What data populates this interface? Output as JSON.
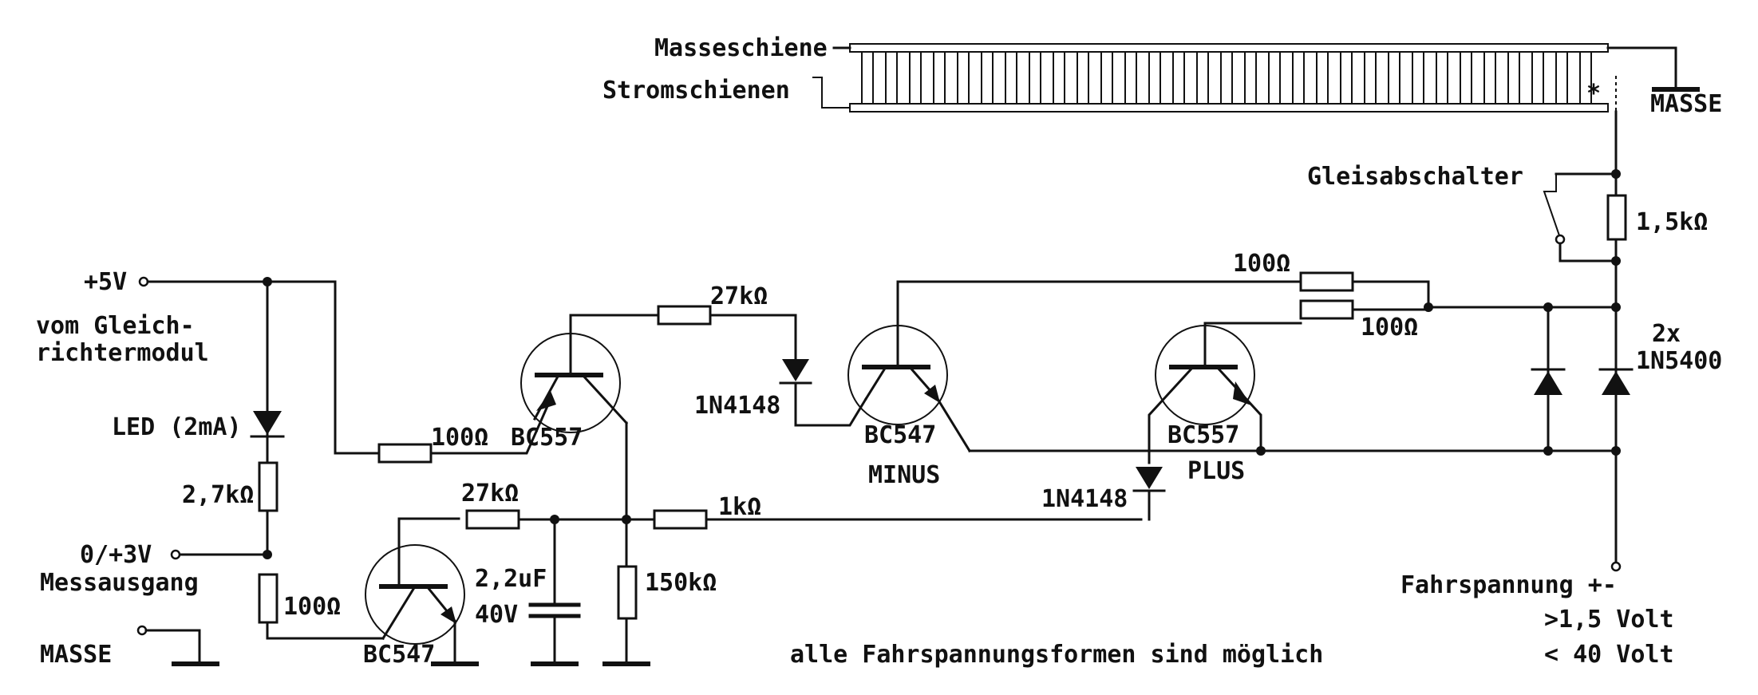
{
  "labels": {
    "masseschiene": "Masseschiene",
    "stromschienen": "Stromschienen",
    "asterisk": "*",
    "masse_top": "MASSE",
    "gleisabschalter": "Gleisabschalter",
    "r_1k5": "1,5kΩ",
    "plus5v": "+5V",
    "vom_gleich": "vom Gleich-",
    "richtermodul": "richtermodul",
    "led": "LED (2mA)",
    "r_2k7": "2,7kΩ",
    "messausgang_v": "0/+3V",
    "messausgang": "Messausgang",
    "masse_left": "MASSE",
    "r_100_a": "100Ω",
    "r_100_b": "100Ω",
    "t_bc547_low": "BC547",
    "r_27k_low": "27kΩ",
    "cap_value": "2,2uF",
    "cap_volt": "40V",
    "r_150k": "150kΩ",
    "r_100_c": "100Ω",
    "t_bc557_left": "BC557",
    "r_27k_top": "27kΩ",
    "d_1n4148_a": "1N4148",
    "r_1k": "1kΩ",
    "t_bc547_mid": "BC547",
    "minus": "MINUS",
    "r_100_top": "100Ω",
    "r_100_top2": "100Ω",
    "t_bc557_right": "BC557",
    "plus": "PLUS",
    "d_1n4148_b": "1N4148",
    "diode_count": "2x",
    "d_1n5400": "1N5400",
    "fahrspannung": "Fahrspannung +-",
    "range_min": ">1,5 Volt",
    "range_max": "< 40 Volt",
    "footer": "alle Fahrspannungsformen sind möglich"
  }
}
